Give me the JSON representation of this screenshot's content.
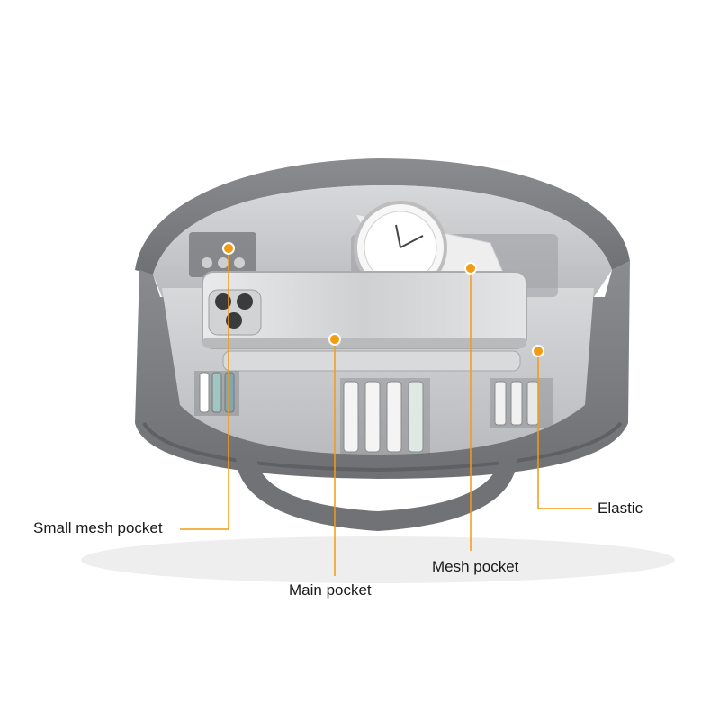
{
  "callouts": {
    "small_mesh_pocket": "Small mesh pocket",
    "main_pocket": "Main pocket",
    "mesh_pocket": "Mesh pocket",
    "elastic": "Elastic"
  },
  "colors": {
    "accent": "#f39c12",
    "bag_gray": "#7d7f82",
    "lining": "#c9cbcd",
    "background": "#ffffff"
  }
}
